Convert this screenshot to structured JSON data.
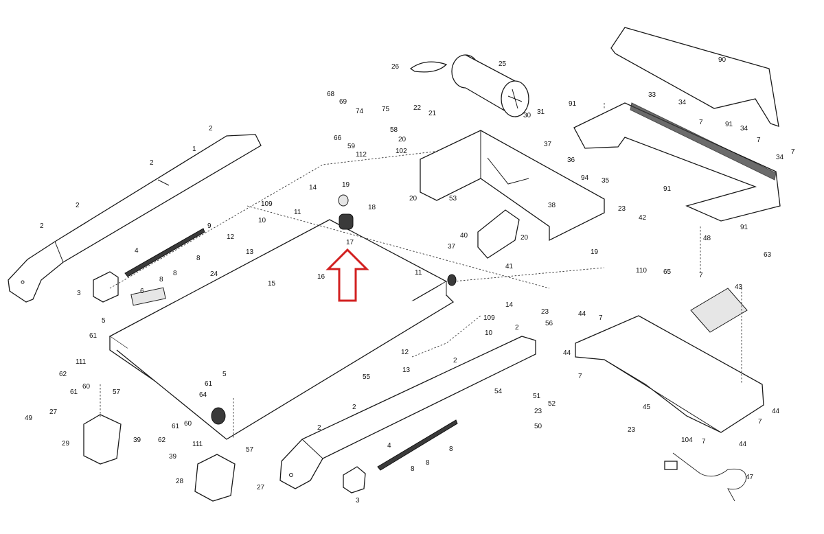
{
  "callouts": {
    "c2a": "2",
    "c2b": "2",
    "c2c": "2",
    "c2d": "2",
    "c2e": "2",
    "c2f": "2",
    "c2g": "2",
    "c2h": "2",
    "c1": "1",
    "c3a": "3",
    "c3b": "3",
    "c4a": "4",
    "c4b": "4",
    "c5a": "5",
    "c5b": "5",
    "c6": "6",
    "c7a": "7",
    "c7b": "7",
    "c7c": "7",
    "c7d": "7",
    "c7e": "7",
    "c7f": "7",
    "c7g": "7",
    "c7h": "7",
    "c8a": "8",
    "c8b": "8",
    "c8c": "8",
    "c8d": "8",
    "c8e": "8",
    "c8f": "8",
    "c9": "9",
    "c10a": "10",
    "c10b": "10",
    "c11a": "11",
    "c11b": "11",
    "c12a": "12",
    "c12b": "12",
    "c13a": "13",
    "c13b": "13",
    "c14a": "14",
    "c14b": "14",
    "c15": "15",
    "c16": "16",
    "c17": "17",
    "c18": "18",
    "c19a": "19",
    "c19b": "19",
    "c20a": "20",
    "c20b": "20",
    "c20c": "20",
    "c21": "21",
    "c22": "22",
    "c23a": "23",
    "c23b": "23",
    "c23c": "23",
    "c23d": "23",
    "c24": "24",
    "c25": "25",
    "c26": "26",
    "c27a": "27",
    "c27b": "27",
    "c28": "28",
    "c29": "29",
    "c30": "30",
    "c31": "31",
    "c33": "33",
    "c34a": "34",
    "c34b": "34",
    "c34c": "34",
    "c35": "35",
    "c36": "36",
    "c37a": "37",
    "c37b": "37",
    "c38": "38",
    "c39a": "39",
    "c39b": "39",
    "c40": "40",
    "c41": "41",
    "c42": "42",
    "c43": "43",
    "c44a": "44",
    "c44b": "44",
    "c44c": "44",
    "c44d": "44",
    "c45": "45",
    "c47": "47",
    "c48": "48",
    "c49": "49",
    "c50": "50",
    "c51": "51",
    "c52": "52",
    "c53": "53",
    "c54": "54",
    "c55": "55",
    "c56": "56",
    "c57a": "57",
    "c57b": "57",
    "c58": "58",
    "c59": "59",
    "c60a": "60",
    "c60b": "60",
    "c61a": "61",
    "c61b": "61",
    "c61c": "61",
    "c61d": "61",
    "c62a": "62",
    "c62b": "62",
    "c63": "63",
    "c64": "64",
    "c65": "65",
    "c66": "66",
    "c68": "68",
    "c69": "69",
    "c74": "74",
    "c75": "75",
    "c90": "90",
    "c91a": "91",
    "c91b": "91",
    "c91c": "91",
    "c91d": "91",
    "c94": "94",
    "c102": "102",
    "c104": "104",
    "c109a": "109",
    "c109b": "109",
    "c110": "110",
    "c111a": "111",
    "c111b": "111",
    "c112": "112"
  },
  "highlight": {
    "color": "#d22020",
    "target_part": "17"
  }
}
